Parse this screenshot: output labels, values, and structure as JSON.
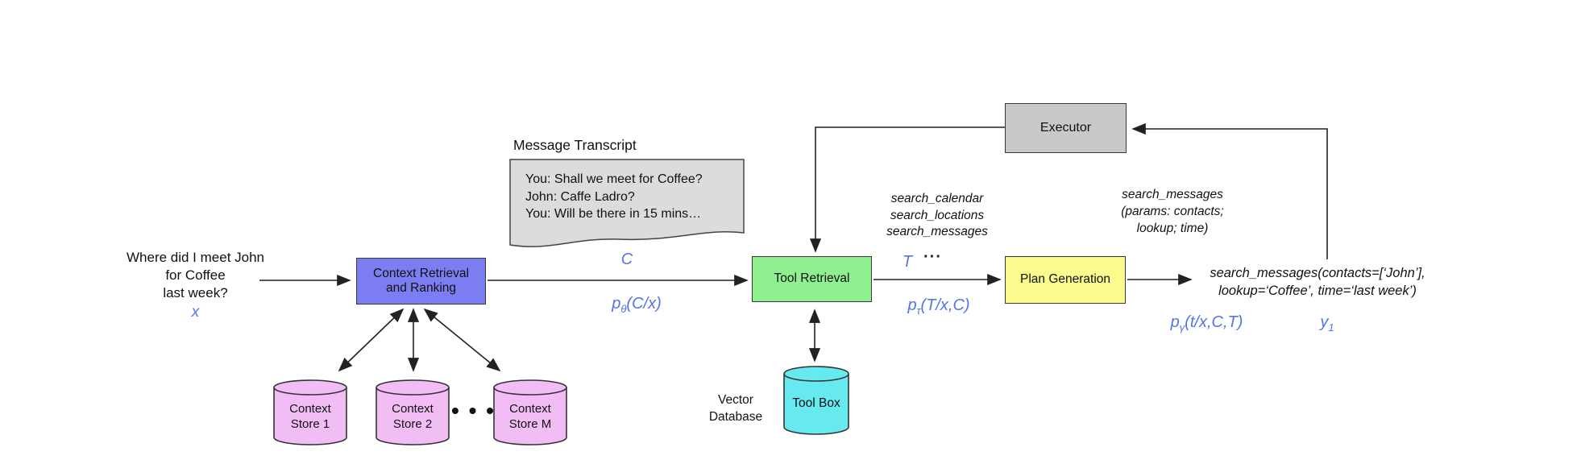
{
  "diagram": {
    "query": {
      "lines": [
        "Where did I meet John",
        "for Coffee",
        "last week?"
      ],
      "variable": "x"
    },
    "transcript": {
      "title": "Message Transcript",
      "lines": [
        "You: Shall we meet for Coffee?",
        "John: Caffe Ladro?",
        "You: Will be there in 15 mins…"
      ]
    },
    "nodes": {
      "context_retrieval": "Context Retrieval and Ranking",
      "tool_retrieval": "Tool Retrieval",
      "plan_generation": "Plan Generation",
      "executor": "Executor",
      "tool_box": "Tool Box",
      "vector_database": "Vector Database",
      "context_stores": [
        "Context Store 1",
        "Context Store 2",
        "Context Store M"
      ]
    },
    "dots_between_stores": "• • •",
    "dots_after_T": "···",
    "tool_candidates": [
      "search_calendar",
      "search_locations",
      "search_messages"
    ],
    "selected_tool": [
      "search_messages",
      "(params: contacts;",
      "lookup; time)"
    ],
    "plan_output": [
      "search_messages(contacts=[‘John’],",
      "lookup=‘Coffee’, time=‘last week’)"
    ],
    "formulas": {
      "C": "C",
      "T": "T",
      "p_theta": {
        "base": "p",
        "sub": "θ",
        "args": "(C/x)"
      },
      "p_tau": {
        "base": "p",
        "sub": "τ",
        "args": "(T/x,C)"
      },
      "p_gamma": {
        "base": "p",
        "sub": "γ",
        "args": "(t/x,C,T)"
      },
      "y1": {
        "base": "y",
        "sub": "1"
      }
    },
    "colors": {
      "accent_blue": "#5573ea",
      "context_retrieval_fill": "#7d7df2",
      "tool_retrieval_fill": "#8ef08e",
      "plan_generation_fill": "#fbfb8d",
      "executor_fill": "#c9c9c9",
      "transcript_fill": "#dcdcdc",
      "context_store_fill": "#f1bdf4",
      "tool_box_fill": "#67e9f0"
    }
  }
}
